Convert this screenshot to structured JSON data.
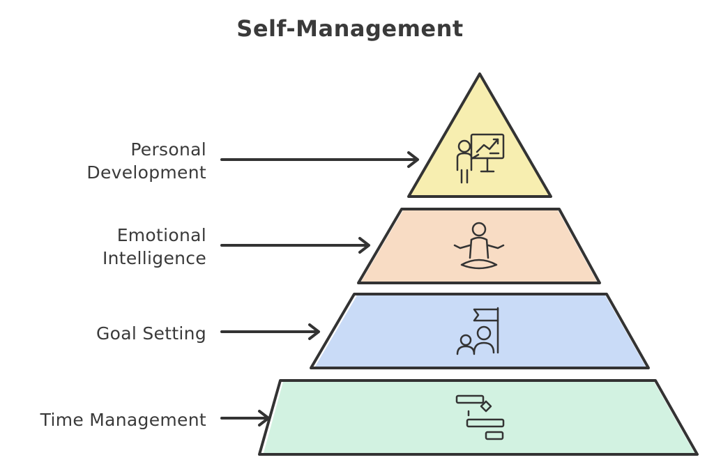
{
  "title": "Self-Management",
  "levels": [
    {
      "label_line1": "Personal",
      "label_line2": "Development",
      "color": "#f7eeb0",
      "icon": "presenter-chart-icon"
    },
    {
      "label_line1": "Emotional",
      "label_line2": "Intelligence",
      "color": "#f8dcc4",
      "icon": "meditation-icon"
    },
    {
      "label_line1": "Goal Setting",
      "label_line2": "",
      "color": "#c9dbf7",
      "icon": "team-flag-icon"
    },
    {
      "label_line1": "Time Management",
      "label_line2": "",
      "color": "#d2f2e1",
      "icon": "gantt-chart-icon"
    }
  ],
  "stroke_color": "#333333"
}
